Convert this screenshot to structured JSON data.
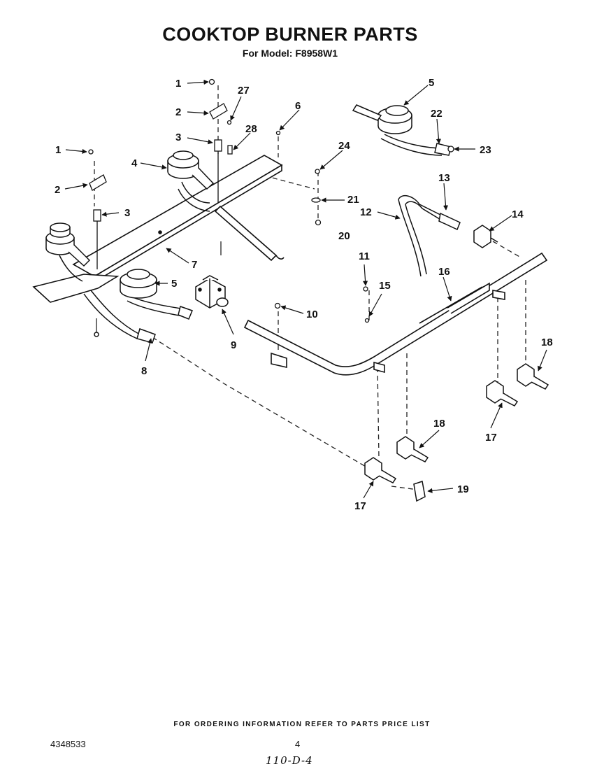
{
  "header": {
    "title": "COOKTOP BURNER PARTS",
    "subtitle": "For Model: F8958W1"
  },
  "callouts": [
    {
      "id": "c1a",
      "label": "1"
    },
    {
      "id": "c1b",
      "label": "1"
    },
    {
      "id": "c2a",
      "label": "2"
    },
    {
      "id": "c2b",
      "label": "2"
    },
    {
      "id": "c3a",
      "label": "3"
    },
    {
      "id": "c3b",
      "label": "3"
    },
    {
      "id": "c4",
      "label": "4"
    },
    {
      "id": "c5a",
      "label": "5"
    },
    {
      "id": "c5b",
      "label": "5"
    },
    {
      "id": "c6",
      "label": "6"
    },
    {
      "id": "c7",
      "label": "7"
    },
    {
      "id": "c8",
      "label": "8"
    },
    {
      "id": "c9",
      "label": "9"
    },
    {
      "id": "c10",
      "label": "10"
    },
    {
      "id": "c11",
      "label": "11"
    },
    {
      "id": "c12",
      "label": "12"
    },
    {
      "id": "c13",
      "label": "13"
    },
    {
      "id": "c14",
      "label": "14"
    },
    {
      "id": "c15",
      "label": "15"
    },
    {
      "id": "c16",
      "label": "16"
    },
    {
      "id": "c17a",
      "label": "17"
    },
    {
      "id": "c17b",
      "label": "17"
    },
    {
      "id": "c18a",
      "label": "18"
    },
    {
      "id": "c18b",
      "label": "18"
    },
    {
      "id": "c19",
      "label": "19"
    },
    {
      "id": "c20",
      "label": "20"
    },
    {
      "id": "c21",
      "label": "21"
    },
    {
      "id": "c22",
      "label": "22"
    },
    {
      "id": "c23",
      "label": "23"
    },
    {
      "id": "c24",
      "label": "24"
    },
    {
      "id": "c27",
      "label": "27"
    },
    {
      "id": "c28",
      "label": "28"
    }
  ],
  "footer": {
    "ordering_note": "FOR ORDERING INFORMATION REFER TO PARTS PRICE LIST",
    "doc_number": "4348533",
    "page_number": "4",
    "handwritten": "110-D-4"
  }
}
